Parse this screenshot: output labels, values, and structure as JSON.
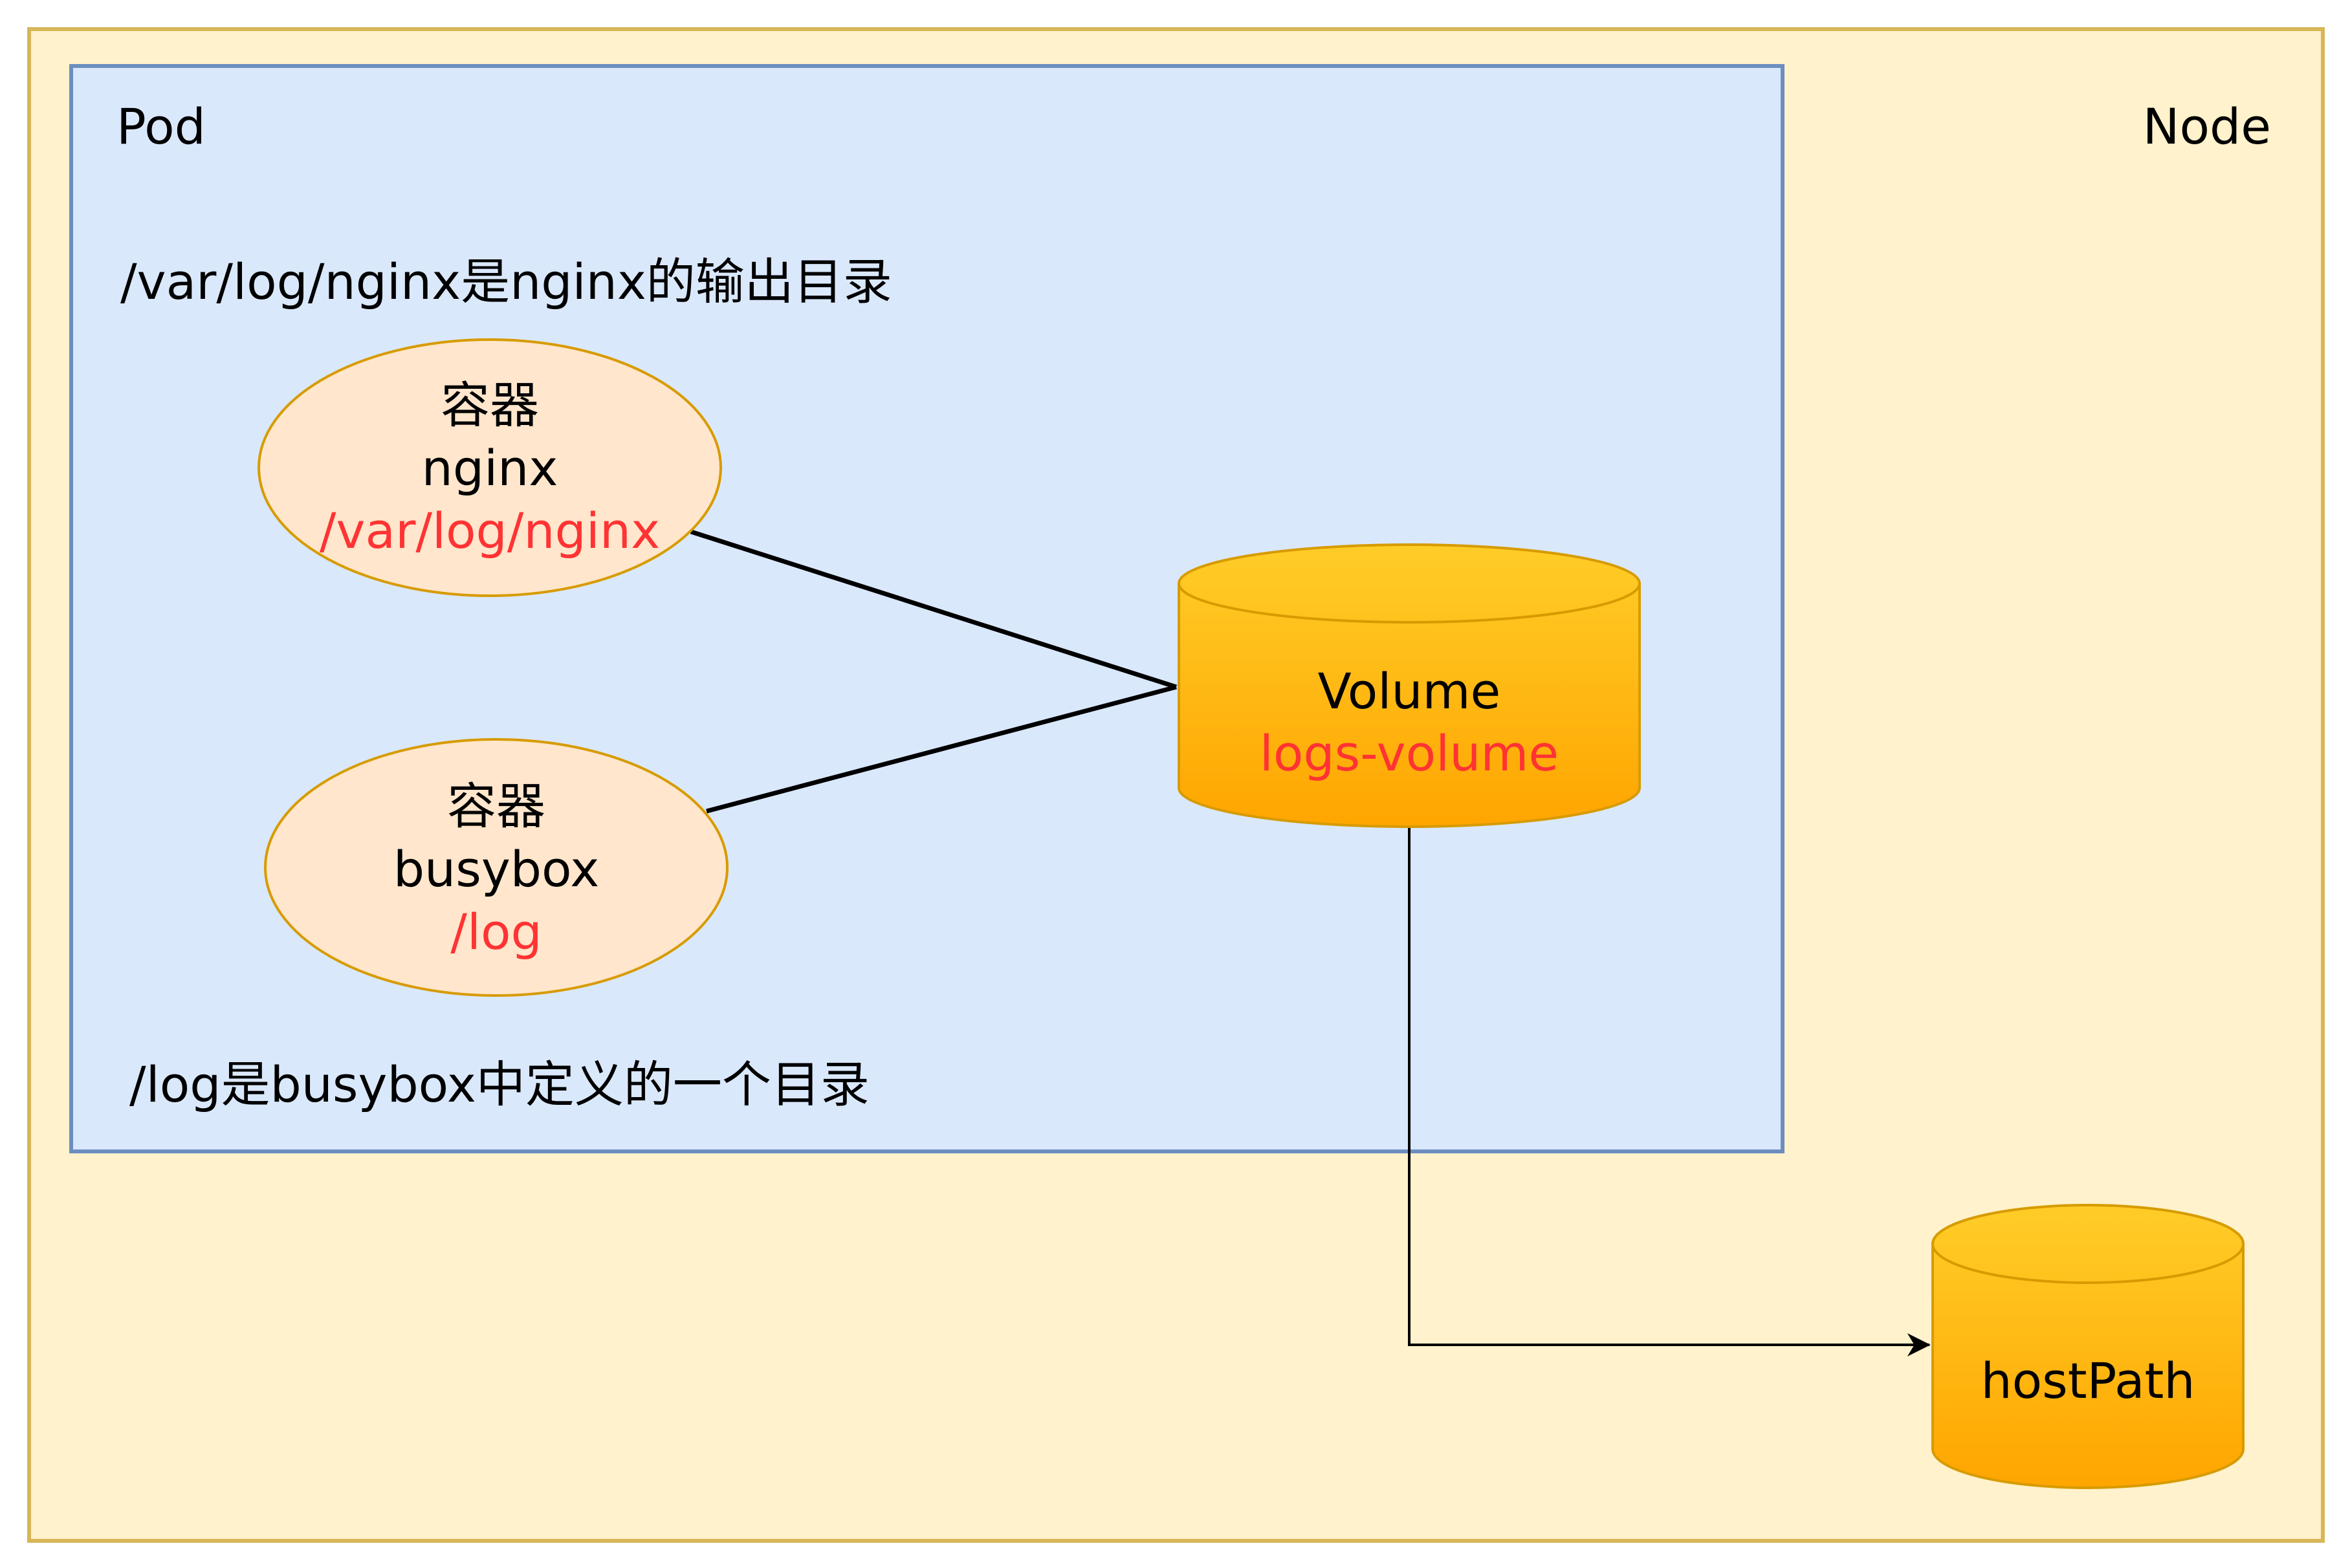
{
  "node": {
    "label": "Node",
    "fill": "#fff2cc",
    "stroke": "#d6b656"
  },
  "pod": {
    "label": "Pod",
    "fill": "#dae8fc",
    "stroke": "#6c8ebf",
    "note_top": "/var/log/nginx是nginx的输出目录",
    "note_bottom": "/log是busybox中定义的一个目录"
  },
  "containers": [
    {
      "title": "容器",
      "name": "nginx",
      "path": "/var/log/nginx"
    },
    {
      "title": "容器",
      "name": "busybox",
      "path": "/log"
    }
  ],
  "volume": {
    "title": "Volume",
    "name": "logs-volume"
  },
  "host_path": {
    "label": "hostPath"
  },
  "colors": {
    "container_fill": "#ffe6cc",
    "container_stroke": "#d79b00",
    "cylinder_fill_top": "#ffcd28",
    "cylinder_fill_bottom": "#ffa500",
    "cylinder_stroke": "#d79b00",
    "highlight_text": "#ff3333",
    "connector": "#000000"
  }
}
